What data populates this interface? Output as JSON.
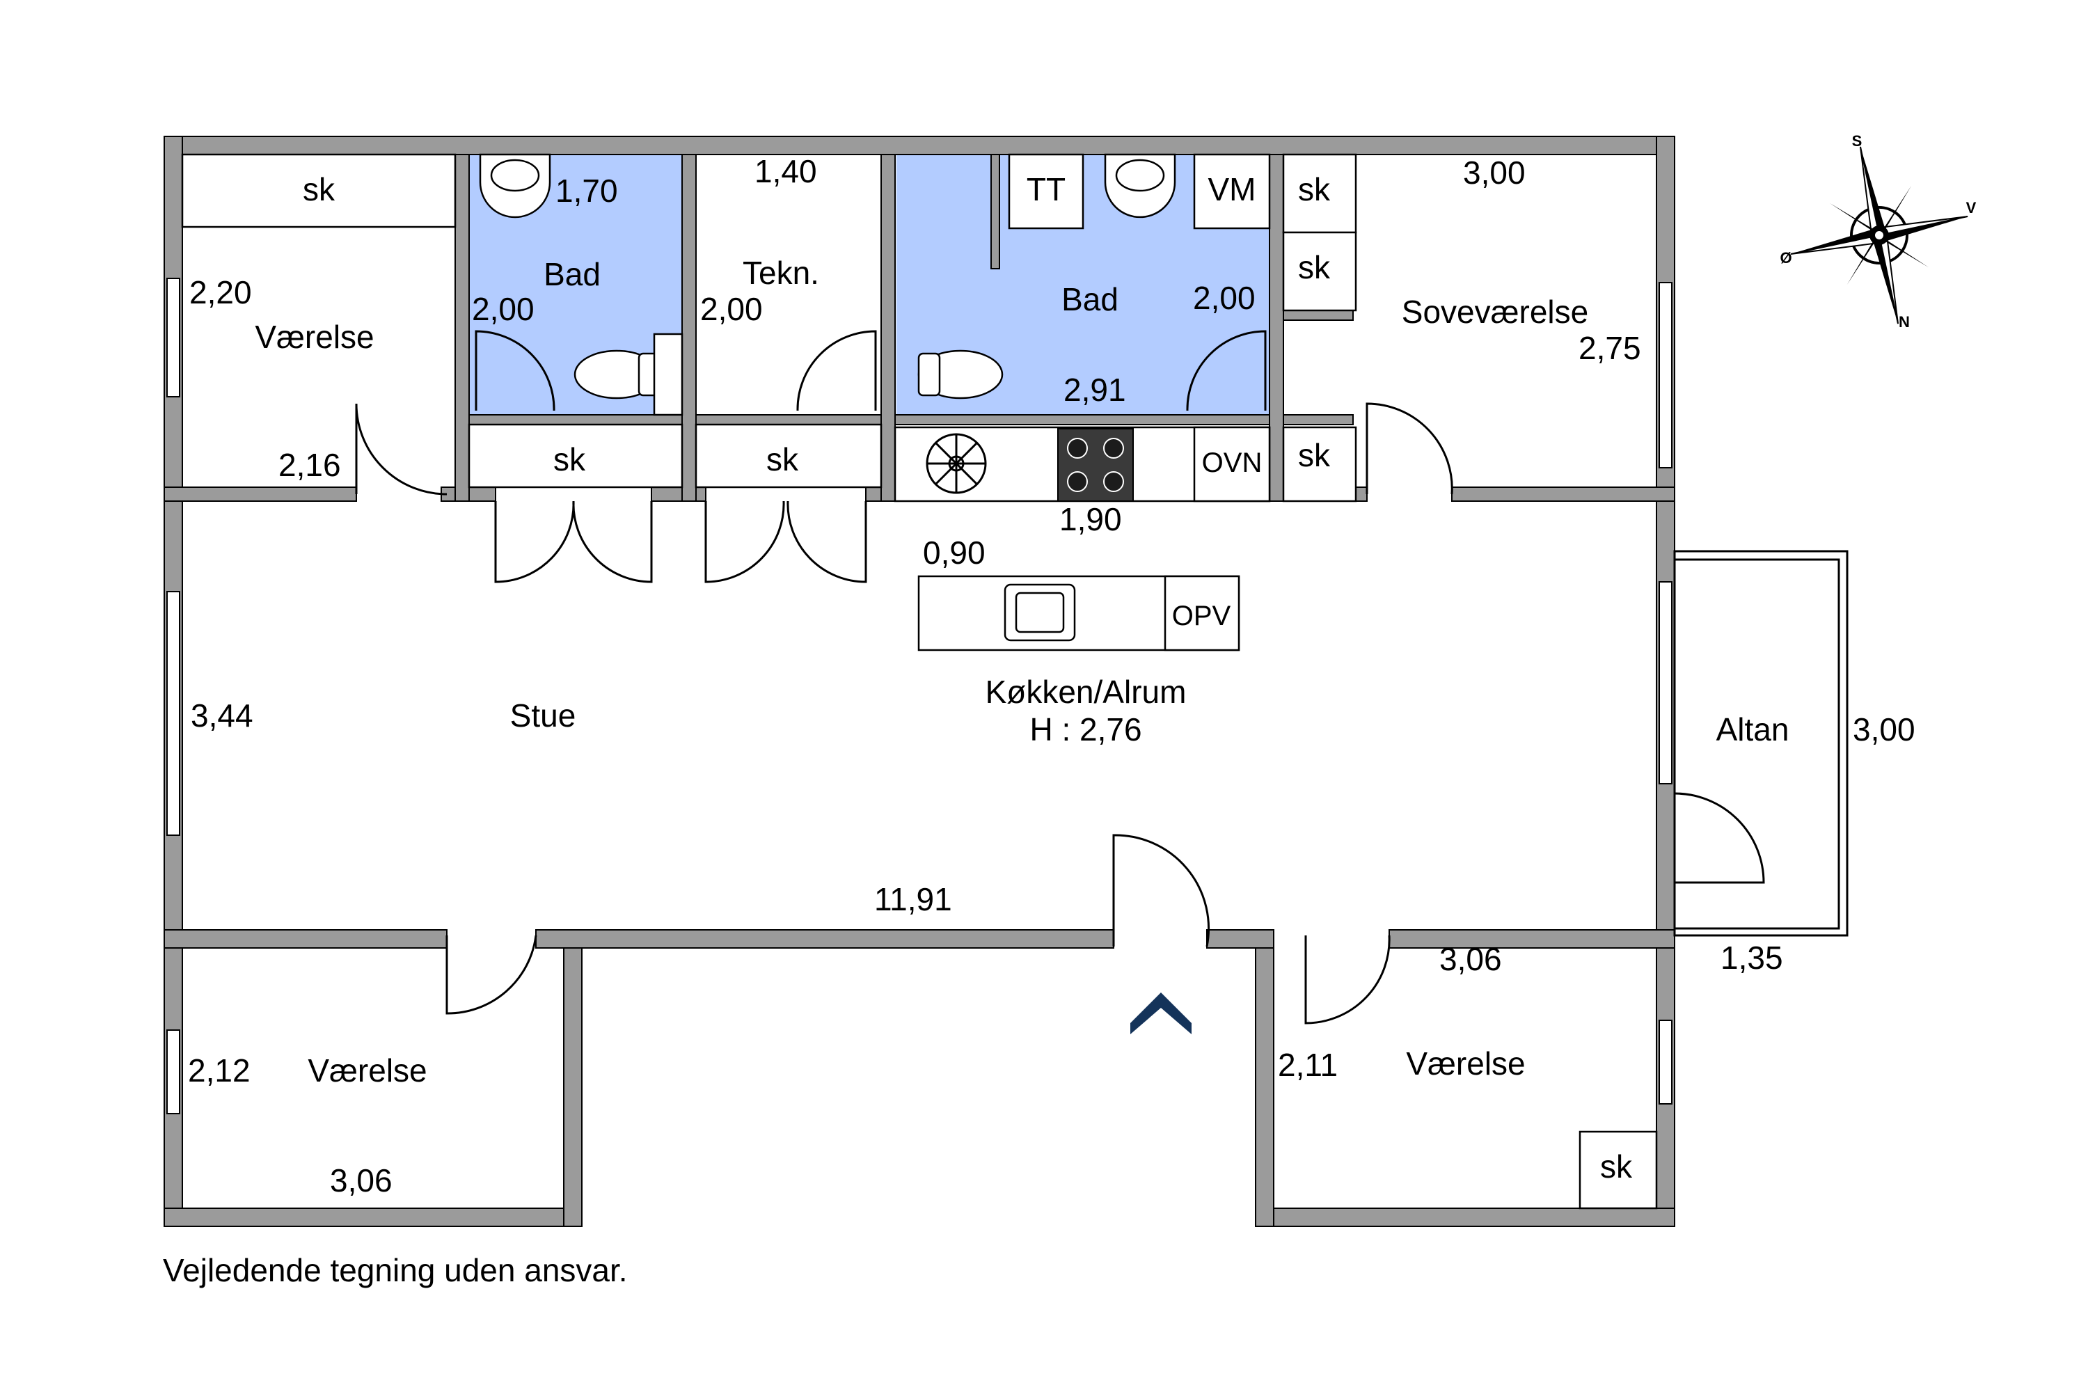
{
  "colors": {
    "wall": "#9b9b9b",
    "wall_stroke": "#000000",
    "bathroom": "#b3ccff",
    "entrance_arrow": "#14335a",
    "stove": "#3a3a3a"
  },
  "rooms": {
    "vaerelse_nw": "Værelse",
    "bad_small": "Bad",
    "tekn": "Tekn.",
    "bad_large": "Bad",
    "sovevaerelse": "Soveværelse",
    "stue": "Stue",
    "koekken": "Køkken/Alrum",
    "ceiling_height": "H : 2,76",
    "altan": "Altan",
    "vaerelse_sw": "Værelse",
    "vaerelse_se": "Værelse"
  },
  "fixtures": {
    "sk": "sk",
    "tt": "TT",
    "vm": "VM",
    "ovn": "OVN",
    "opv": "OPV"
  },
  "dimensions": {
    "d_2_20": "2,20",
    "d_2_16": "2,16",
    "d_1_70": "1,70",
    "d_2_00_bad_small": "2,00",
    "d_1_40": "1,40",
    "d_2_00_tekn": "2,00",
    "d_2_00_bad_large": "2,00",
    "d_2_91": "2,91",
    "d_3_00_sove": "3,00",
    "d_2_75": "2,75",
    "d_1_90": "1,90",
    "d_0_90": "0,90",
    "d_3_44": "3,44",
    "d_11_91": "11,91",
    "d_3_00_altan": "3,00",
    "d_1_35": "1,35",
    "d_2_12": "2,12",
    "d_3_06_sw": "3,06",
    "d_3_06_se": "3,06",
    "d_2_11": "2,11"
  },
  "compass": {
    "s": "S",
    "v": "V",
    "o": "Ø",
    "n": "N"
  },
  "footer": {
    "disclaimer": "Vejledende tegning uden ansvar."
  }
}
